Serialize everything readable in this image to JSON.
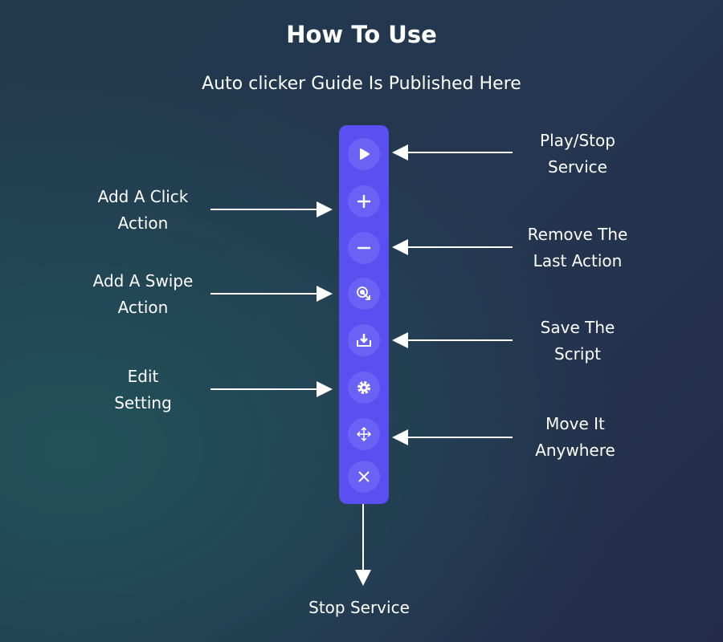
{
  "title": "How To Use",
  "subtitle": "Auto clicker Guide Is Published Here",
  "labels": {
    "play_stop": [
      "Play/Stop",
      "Service"
    ],
    "add_click": [
      "Add A Click",
      "Action"
    ],
    "remove_last": [
      "Remove The",
      "Last Action"
    ],
    "add_swipe": [
      "Add A Swipe",
      "Action"
    ],
    "save_script": [
      "Save The",
      "Script"
    ],
    "edit_setting": [
      "Edit",
      "Setting"
    ],
    "move": [
      "Move It",
      "Anywhere"
    ],
    "stop_service": "Stop Service"
  },
  "colors": {
    "bar": "#5a4ff0",
    "button": "#6a62f4"
  }
}
